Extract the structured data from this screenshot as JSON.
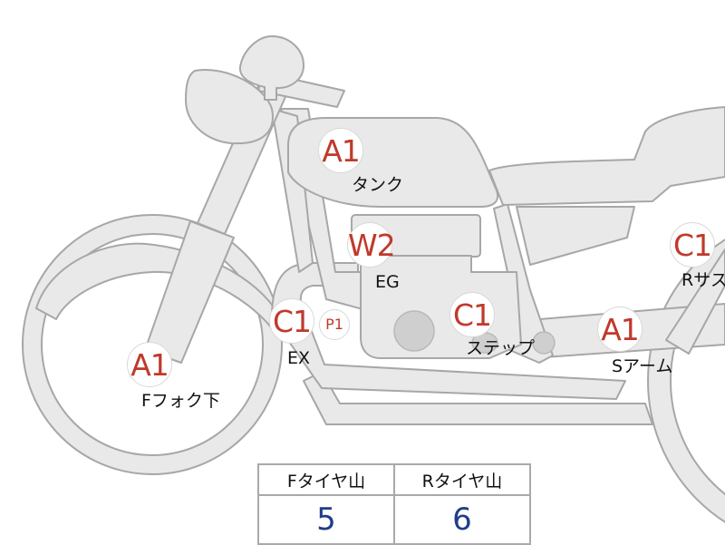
{
  "parts": [
    {
      "id": "tank",
      "grade": "A1",
      "label": "タンク"
    },
    {
      "id": "engine",
      "grade": "W2",
      "label": "EG"
    },
    {
      "id": "exhaust",
      "grade": "C1",
      "extra_grade": "P1",
      "label": "EX"
    },
    {
      "id": "step",
      "grade": "C1",
      "label": "ステップ"
    },
    {
      "id": "fork_lower",
      "grade": "A1",
      "label": "Fフォク下"
    },
    {
      "id": "swing_arm",
      "grade": "A1",
      "label": "Sアーム"
    },
    {
      "id": "rear_suspension",
      "grade": "C1",
      "label": "Rサス"
    }
  ],
  "tire_table": {
    "headers": [
      "Fタイヤ山",
      "Rタイヤ山"
    ],
    "values": [
      "5",
      "6"
    ]
  },
  "colors": {
    "grade_text": "#c0392b",
    "tire_value_text": "#1f3d8a",
    "bike_fill": "#e9e9e9",
    "bike_outline": "#a7a7a7"
  }
}
